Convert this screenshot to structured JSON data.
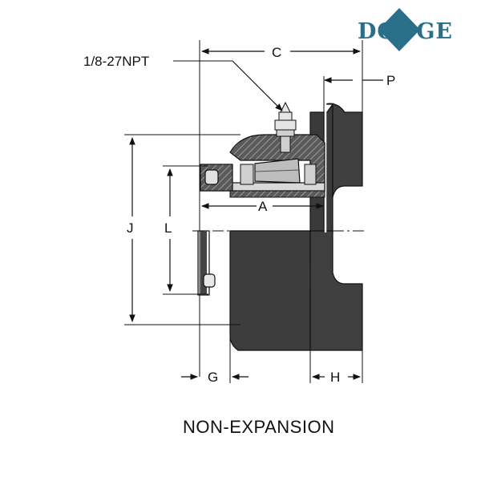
{
  "logo": {
    "text": "DODGE",
    "color": "#2a6f8a"
  },
  "fitting_label": "1/8-27NPT",
  "dimensions": {
    "C": "C",
    "P": "P",
    "A": "A",
    "J": "J",
    "L": "L",
    "G": "G",
    "H": "H"
  },
  "caption": "NON-EXPANSION",
  "colors": {
    "line": "#111111",
    "housing": "#3b3b3b",
    "hatch": "#777777"
  }
}
